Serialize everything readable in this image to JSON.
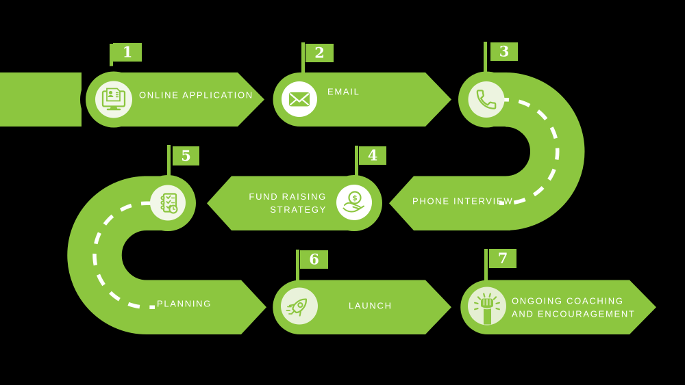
{
  "colors": {
    "background": "#000000",
    "road_green": "#8CC63F",
    "label_text": "#FFFFFF",
    "dash_line": "#FFFFFF",
    "flag_number_text": "#FFFFFF"
  },
  "steps": [
    {
      "number": "1",
      "label": "ONLINE APPLICATION",
      "icon": "online-application-icon",
      "circle_color": "#F2F7E8"
    },
    {
      "number": "2",
      "label": "EMAIL",
      "icon": "email-envelope-icon",
      "circle_color": "#FFFFFF"
    },
    {
      "number": "3",
      "label": "PHONE INTERVIEW",
      "icon": "phone-handset-icon",
      "circle_color": "#EDF4E0"
    },
    {
      "number": "4",
      "label_lines": [
        "FUND RAISING",
        "STRATEGY"
      ],
      "coin_symbol": "$",
      "icon": "hand-holding-dollar-icon",
      "circle_color": "#FFFFFF"
    },
    {
      "number": "5",
      "label": "PLANNING",
      "icon": "checklist-clipboard-icon",
      "circle_color": "#F2F7E8"
    },
    {
      "number": "6",
      "label": "LAUNCH",
      "icon": "rocket-icon",
      "circle_color": "#E9F2DA"
    },
    {
      "number": "7",
      "label_lines": [
        "ONGOING COACHING",
        "AND ENCOURAGEMENT"
      ],
      "icon": "raised-fist-icon",
      "circle_color": "#E5EFD2"
    }
  ]
}
